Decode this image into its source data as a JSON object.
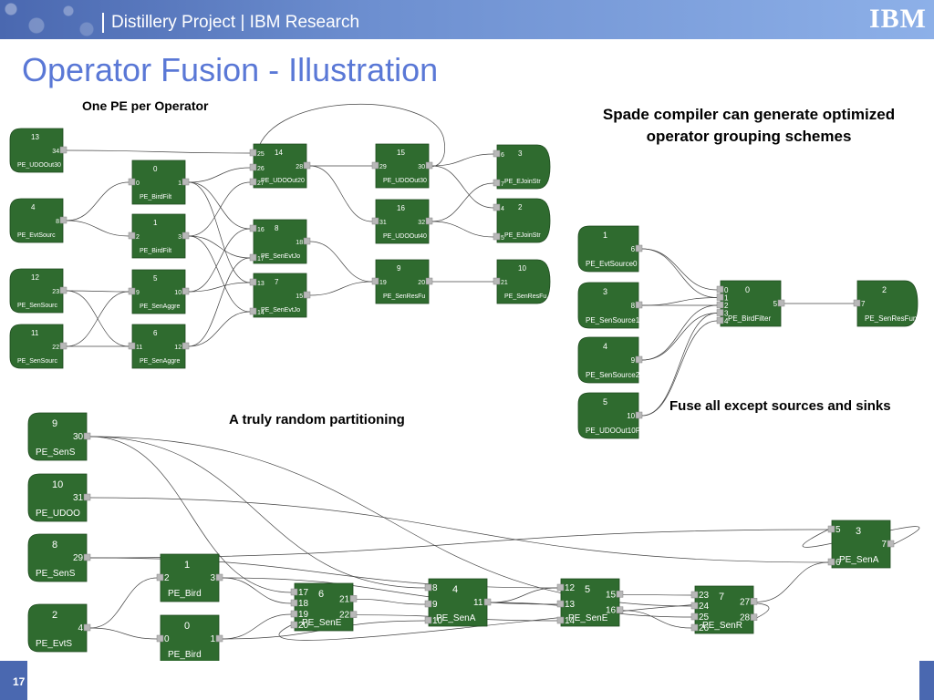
{
  "header": {
    "title": "Distillery Project | IBM Research",
    "logo": "IBM"
  },
  "slide": {
    "title": "Operator Fusion - Illustration",
    "captions": {
      "pe_per_op": "One PE per Operator",
      "spade": "Spade compiler can generate optimized operator grouping schemes",
      "fuse": "Fuse all except sources and sinks",
      "random": "A truly random partitioning"
    },
    "page_number": "17"
  },
  "colors": {
    "node": "#2f6b2f",
    "port": "#b8b8b8",
    "title": "#5a78d6",
    "header": "#4a68b0"
  },
  "diagram_a": {
    "nodes": [
      {
        "id": "13",
        "name": "PE_UDOOut30",
        "shape": "source",
        "in": [],
        "out": [
          "34"
        ]
      },
      {
        "id": "4",
        "name": "PE_EvtSourc",
        "shape": "source",
        "in": [],
        "out": [
          "8"
        ]
      },
      {
        "id": "12",
        "name": "PE_SenSourc",
        "shape": "source",
        "in": [],
        "out": [
          "23"
        ]
      },
      {
        "id": "11",
        "name": "PE_SenSourc",
        "shape": "source",
        "in": [],
        "out": [
          "22"
        ]
      },
      {
        "id": "0",
        "name": "PE_BirdFilt",
        "shape": "op",
        "in": [
          "0"
        ],
        "out": [
          "1"
        ]
      },
      {
        "id": "1",
        "name": "PE_BirdFilt",
        "shape": "op",
        "in": [
          "2"
        ],
        "out": [
          "3"
        ]
      },
      {
        "id": "5",
        "name": "PE_SenAggre",
        "shape": "op",
        "in": [
          "9"
        ],
        "out": [
          "10"
        ]
      },
      {
        "id": "6",
        "name": "PE_SenAggre",
        "shape": "op",
        "in": [
          "11"
        ],
        "out": [
          "12"
        ]
      },
      {
        "id": "14",
        "name": "PE_UDOOut20",
        "shape": "op",
        "in": [
          "25",
          "26",
          "27"
        ],
        "out": [
          "28"
        ]
      },
      {
        "id": "8",
        "name": "PE_SenEvtJo",
        "shape": "op",
        "in": [
          "16",
          "17"
        ],
        "out": [
          "18"
        ]
      },
      {
        "id": "7",
        "name": "PE_SenEvtJo",
        "shape": "op",
        "in": [
          "13",
          "14"
        ],
        "out": [
          "15"
        ]
      },
      {
        "id": "15",
        "name": "PE_UDOOut30",
        "shape": "op",
        "in": [
          "29"
        ],
        "out": [
          "30"
        ]
      },
      {
        "id": "16",
        "name": "PE_UDOOut40",
        "shape": "op",
        "in": [
          "31"
        ],
        "out": [
          "32"
        ]
      },
      {
        "id": "9",
        "name": "PE_SenResFu",
        "shape": "op",
        "in": [
          "19"
        ],
        "out": [
          "20"
        ]
      },
      {
        "id": "3",
        "name": "PE_EJoinStr",
        "shape": "sink",
        "in": [
          "6",
          "7"
        ],
        "out": []
      },
      {
        "id": "2",
        "name": "PE_EJoinStr",
        "shape": "sink",
        "in": [
          "4",
          "5"
        ],
        "out": []
      },
      {
        "id": "10",
        "name": "PE_SenResFu",
        "shape": "sink",
        "in": [
          "21"
        ],
        "out": []
      }
    ]
  },
  "diagram_b": {
    "nodes": [
      {
        "id": "1",
        "name": "PE_EvtSource0",
        "shape": "source",
        "in": [],
        "out": [
          "6"
        ]
      },
      {
        "id": "3",
        "name": "PE_SenSource1",
        "shape": "source",
        "in": [],
        "out": [
          "8"
        ]
      },
      {
        "id": "4",
        "name": "PE_SenSource2",
        "shape": "source",
        "in": [],
        "out": [
          "9"
        ]
      },
      {
        "id": "5",
        "name": "PE_UDOOut10P0",
        "shape": "source",
        "in": [],
        "out": [
          "10"
        ]
      },
      {
        "id": "0",
        "name": "PE_BirdFilter",
        "shape": "op",
        "in": [
          "0",
          "1",
          "2",
          "3",
          "4"
        ],
        "out": [
          "5"
        ]
      },
      {
        "id": "2",
        "name": "PE_SenResFunc",
        "shape": "sink",
        "in": [
          "7"
        ],
        "out": []
      }
    ]
  },
  "diagram_c": {
    "nodes": [
      {
        "id": "9",
        "name": "PE_SenS",
        "shape": "source",
        "in": [],
        "out": [
          "30"
        ]
      },
      {
        "id": "10",
        "name": "PE_UDOO",
        "shape": "source",
        "in": [],
        "out": [
          "31"
        ]
      },
      {
        "id": "8",
        "name": "PE_SenS",
        "shape": "source",
        "in": [],
        "out": [
          "29"
        ]
      },
      {
        "id": "2",
        "name": "PE_EvtS",
        "shape": "source",
        "in": [],
        "out": [
          "4"
        ]
      },
      {
        "id": "1",
        "name": "PE_Bird",
        "shape": "op",
        "in": [
          "2"
        ],
        "out": [
          "3"
        ]
      },
      {
        "id": "0",
        "name": "PE_Bird",
        "shape": "op",
        "in": [
          "0"
        ],
        "out": [
          "1"
        ]
      },
      {
        "id": "6",
        "name": "PE_SenE",
        "shape": "op",
        "in": [
          "17",
          "18",
          "19",
          "20"
        ],
        "out": [
          "21",
          "22"
        ]
      },
      {
        "id": "4",
        "name": "PE_SenA",
        "shape": "op",
        "in": [
          "8",
          "9",
          "10"
        ],
        "out": [
          "11"
        ]
      },
      {
        "id": "5",
        "name": "PE_SenE",
        "shape": "op",
        "in": [
          "12",
          "13",
          "14"
        ],
        "out": [
          "15",
          "16"
        ]
      },
      {
        "id": "7",
        "name": "PE_SenR",
        "shape": "op",
        "in": [
          "23",
          "24",
          "25",
          "26"
        ],
        "out": [
          "27",
          "28"
        ]
      },
      {
        "id": "3",
        "name": "PE_SenA",
        "shape": "op",
        "in": [
          "5",
          "6"
        ],
        "out": [
          "7"
        ]
      }
    ]
  }
}
